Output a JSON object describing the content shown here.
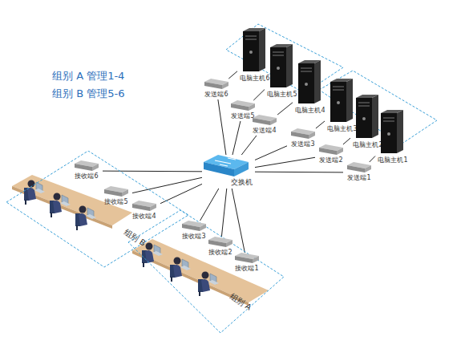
{
  "diagram": {
    "nodes": [
      {
        "text": [
          "电脑主机6"
        ]
      },
      {
        "text": [
          "电脑主机5"
        ]
      },
      {
        "text": [
          "电脑主机4"
        ]
      },
      {
        "text": [
          "电脑主机3"
        ]
      },
      {
        "text": [
          "电脑主机2"
        ]
      },
      {
        "text": [
          "电脑主机1"
        ]
      },
      {
        "text": [
          "发送端6"
        ]
      },
      {
        "text": [
          "发送端5"
        ]
      },
      {
        "text": [
          "发送端4"
        ]
      },
      {
        "text": [
          "发送端3"
        ]
      },
      {
        "text": [
          "发送端2"
        ]
      },
      {
        "text": [
          "发送端1"
        ]
      },
      {
        "text": [
          "交换机"
        ]
      },
      {
        "text": [
          "组别 B"
        ]
      },
      {
        "text": [
          "接收端6"
        ],
        "in": 13
      },
      {
        "text": [
          "接收端5"
        ],
        "in": 13
      },
      {
        "text": [
          "接收端4"
        ],
        "in": 13
      },
      {
        "text": [
          "组别 A"
        ]
      },
      {
        "text": [
          "接收端3"
        ],
        "in": 17
      },
      {
        "text": [
          "接收端2"
        ],
        "in": 17
      },
      {
        "text": [
          "接收端1"
        ],
        "in": 17
      }
    ],
    "edges": [
      {
        "from": 0,
        "to": 6,
        "arrow": "none"
      },
      {
        "from": 1,
        "to": 7,
        "arrow": "none"
      },
      {
        "from": 2,
        "to": 8,
        "arrow": "none"
      },
      {
        "from": 3,
        "to": 9,
        "arrow": "none"
      },
      {
        "from": 4,
        "to": 10,
        "arrow": "none"
      },
      {
        "from": 5,
        "to": 11,
        "arrow": "none"
      },
      {
        "from": 6,
        "to": 12,
        "arrow": "none"
      },
      {
        "from": 7,
        "to": 12,
        "arrow": "none"
      },
      {
        "from": 8,
        "to": 12,
        "arrow": "none"
      },
      {
        "from": 9,
        "to": 12,
        "arrow": "none"
      },
      {
        "from": 10,
        "to": 12,
        "arrow": "none"
      },
      {
        "from": 11,
        "to": 12,
        "arrow": "none"
      },
      {
        "from": 12,
        "to": 14,
        "arrow": "none"
      },
      {
        "from": 12,
        "to": 15,
        "arrow": "none"
      },
      {
        "from": 12,
        "to": 16,
        "arrow": "none"
      },
      {
        "from": 12,
        "to": 18,
        "arrow": "none"
      },
      {
        "from": 12,
        "to": 19,
        "arrow": "none"
      },
      {
        "from": 12,
        "to": 20,
        "arrow": "none"
      }
    ],
    "labels": [
      "组别 A 管理1-4",
      "组别 B 管理5-6"
    ]
  }
}
